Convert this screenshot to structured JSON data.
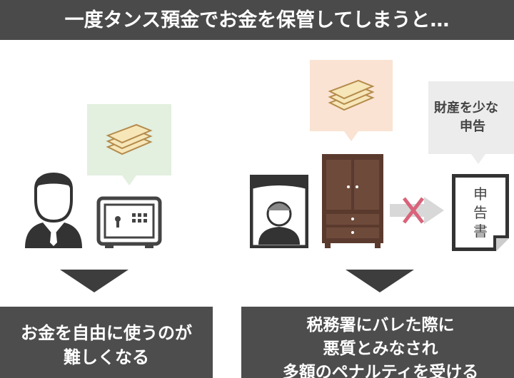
{
  "header": {
    "title": "一度タンス預金でお金を保管してしまうと…"
  },
  "left": {
    "result_lines": [
      "お金を自由に使うのが",
      "難しくなる"
    ]
  },
  "right": {
    "bubble_lines": [
      "財産を少な",
      "申告"
    ],
    "document_label": [
      "申",
      "告",
      "書"
    ],
    "result_lines": [
      "税務署にバレた際に",
      "悪質とみなされ",
      "多額のペナルティを受ける"
    ]
  },
  "colors": {
    "bar": "#4a4a4a",
    "green_bubble": "#e3efdf",
    "peach_bubble": "#fae3d3",
    "gray_bubble": "#ececec",
    "wardrobe": "#5b3a2e",
    "cross": "#d9637a"
  }
}
